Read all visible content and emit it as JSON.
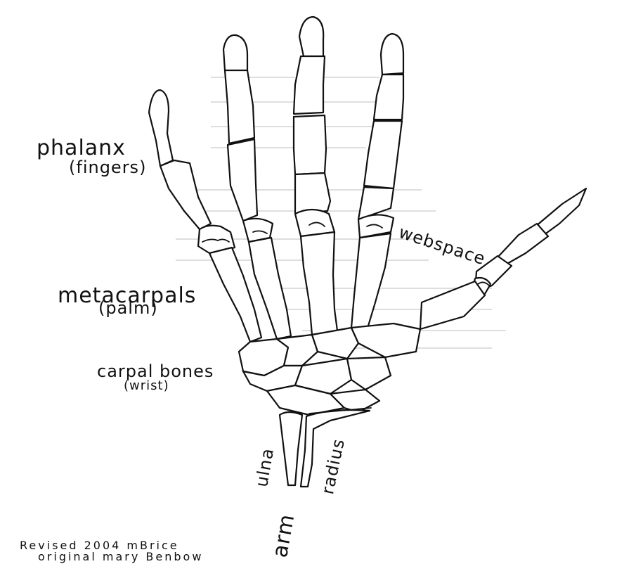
{
  "labels": {
    "phalanx": "phalanx",
    "fingers": "(fingers)",
    "metacarpals": "metacarpals",
    "palm": "(palm)",
    "carpal_bones": "carpal bones",
    "wrist": "(wrist)",
    "webspace": "webspace",
    "ulna": "ulna",
    "radius": "radius",
    "arm": "arm"
  },
  "credits": {
    "line1": "Revised 2004  mBrice",
    "line2": "original  mary Benbow"
  },
  "colors": {
    "ink": "#111111",
    "paper": "#ffffff"
  }
}
